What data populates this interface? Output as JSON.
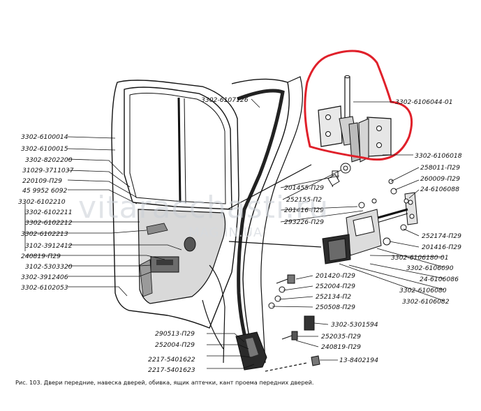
{
  "caption": "Рис. 103. Двери передние, навеска дверей, обивка, ящик аптечки, кант проема передних дверей.",
  "watermark": {
    "main": "vitaracchasti.ru",
    "sub": "MAG.IN.UA"
  },
  "highlight_color": "#e0202a",
  "labels_left": [
    "3302-6100014",
    "3302-6100015",
    "3302-8202200",
    "31029-3711037",
    "220109-П29",
    "45 9952 6092",
    "3302-6102210",
    "3302-6102211",
    "3302-6102212",
    "3302-6102213",
    "3102-3912412",
    "240819-П29",
    "3102-5303320",
    "3302-3912406",
    "3302-6102053"
  ],
  "labels_top": [
    "3302-6107126",
    "3302-6106044-01",
    "3302-6106018"
  ],
  "labels_right": [
    "258011-П29",
    "260009-П29",
    "24-6106088",
    "201455-П29",
    "252155-П2",
    "201416-П29",
    "293226-П29",
    "252174-П29",
    "201416-П29",
    "3302-6106180-01",
    "3302-6106090",
    "24-6106086",
    "3302-6106080",
    "3302-6106082",
    "201420-П29",
    "252004-П29",
    "252134-П2",
    "250508-П29",
    "3302-5301594",
    "252035-П29",
    "240819-П29",
    "13-8402194"
  ],
  "labels_bottom": [
    "290513-П29",
    "252004-П29",
    "2217-5401622",
    "2217-5401623"
  ]
}
